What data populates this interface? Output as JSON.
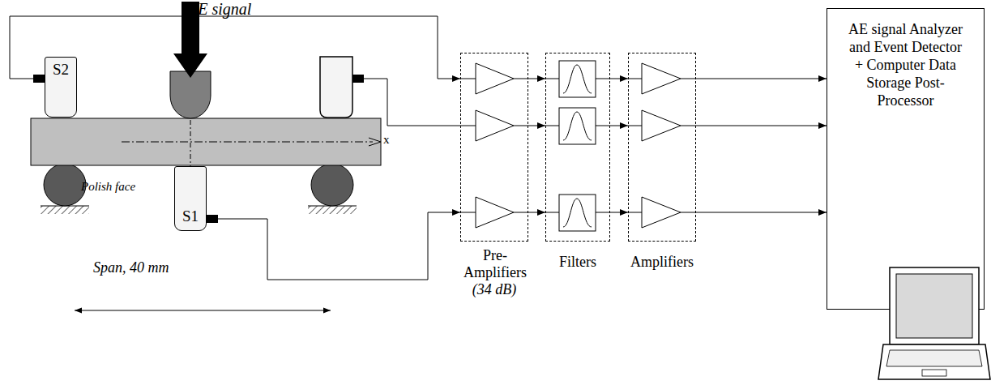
{
  "diagram": {
    "nodes": [
      {
        "text": [
          "S2"
        ]
      },
      {
        "text": [
          "S1"
        ]
      },
      {
        "text": [
          "Pre- Amplifiers",
          "(34 dB)"
        ]
      },
      {
        "text": [
          "Filters"
        ]
      },
      {
        "text": [
          "Amplifiers"
        ]
      },
      {
        "text": [
          "AE signal Analyzer and Event Detector + Computer Data Storage Post-Processor"
        ]
      }
    ],
    "edges": [
      {
        "from": 0,
        "to": 2,
        "arrow": "to"
      },
      {
        "from": 1,
        "to": 2,
        "arrow": "to"
      },
      {
        "from": 2,
        "to": 3,
        "arrow": "to"
      },
      {
        "from": 3,
        "to": 4,
        "arrow": "to"
      },
      {
        "from": 4,
        "to": 5,
        "arrow": "to"
      }
    ],
    "labels": [
      "AE signal",
      "Polish face",
      "Span, 40 mm",
      "x"
    ]
  }
}
